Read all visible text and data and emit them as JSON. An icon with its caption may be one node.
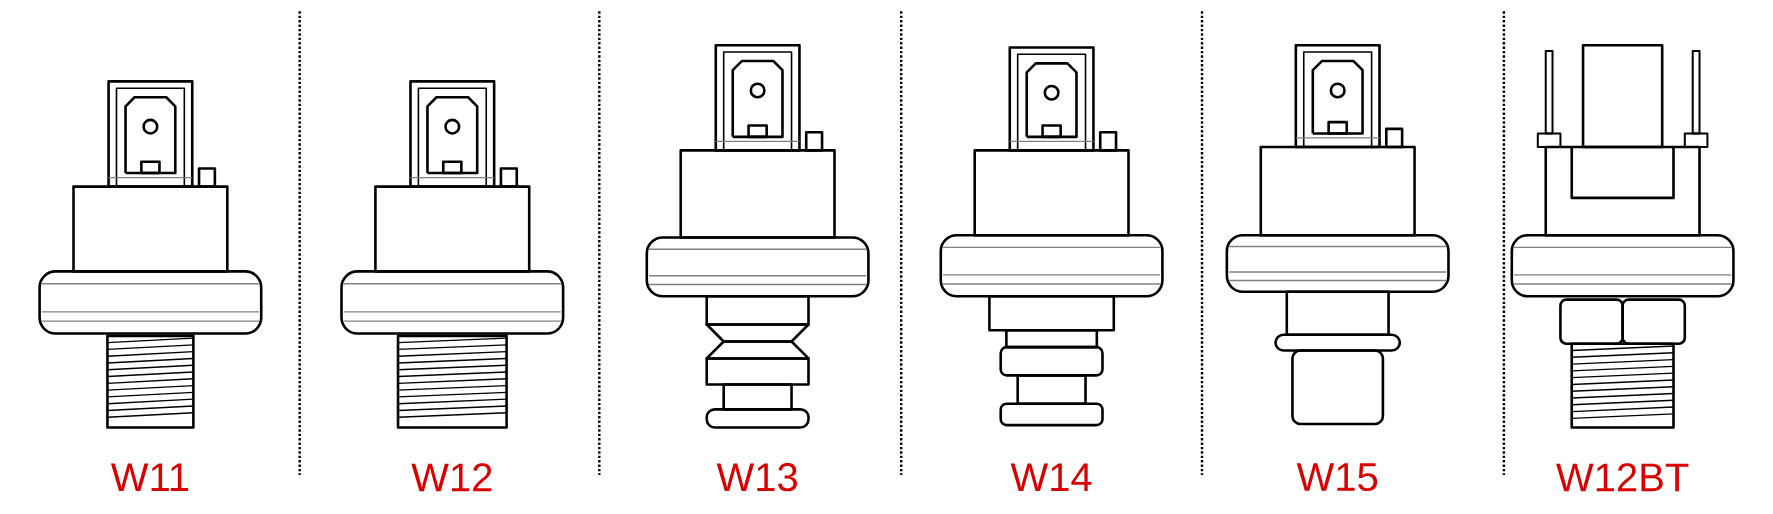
{
  "diagram": {
    "labels": [
      "W11",
      "W12",
      "W13",
      "W14",
      "W15",
      "W12BT"
    ]
  }
}
